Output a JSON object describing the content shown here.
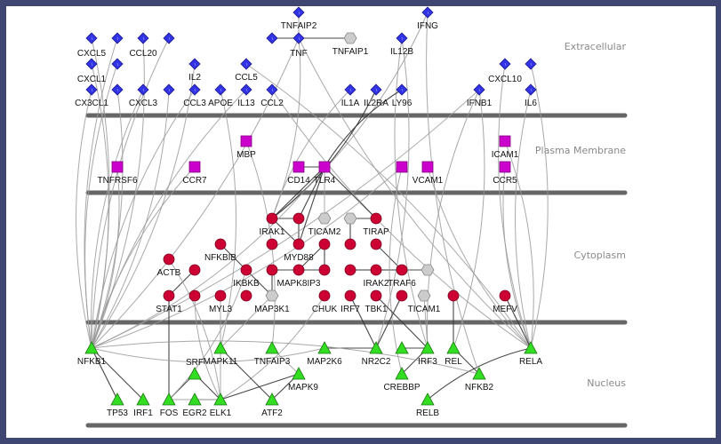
{
  "diagram": {
    "type": "cellular-localization-network",
    "layers": [
      {
        "id": "extracellular",
        "label": "Extracellular"
      },
      {
        "id": "plasma_membrane",
        "label": "Plasma Membrane"
      },
      {
        "id": "cytoplasm",
        "label": "Cytoplasm"
      },
      {
        "id": "nucleus",
        "label": "Nucleus"
      }
    ],
    "node_styles": {
      "extracellular": {
        "shape": "diamond",
        "fill": "#3333e6",
        "stroke": "#1a1a8c"
      },
      "plasma_membrane": {
        "shape": "square",
        "fill": "#cc00cc",
        "stroke": "#800080"
      },
      "cytoplasm": {
        "shape": "circle",
        "fill": "#cc0033",
        "stroke": "#7a0020"
      },
      "nucleus": {
        "shape": "triangle",
        "fill": "#33dd22",
        "stroke": "#1a7a10"
      },
      "unlabeled": {
        "shape": "hexagon",
        "fill": "#cccccc",
        "stroke": "#888888"
      }
    },
    "colors": {
      "edge": "#9a9a9a",
      "edge_dark": "#333333",
      "membrane_line": "#666666",
      "frame": "#3f4671"
    },
    "nodes": [
      {
        "id": "CXCL5",
        "label": "CXCL5",
        "layer": "extracellular"
      },
      {
        "id": "e_c5b",
        "label": "",
        "layer": "extracellular"
      },
      {
        "id": "CCL20",
        "label": "CCL20",
        "layer": "extracellular"
      },
      {
        "id": "e_c20b",
        "label": "",
        "layer": "extracellular"
      },
      {
        "id": "CXCL1",
        "label": "CXCL1",
        "layer": "extracellular"
      },
      {
        "id": "e_x1b",
        "label": "",
        "layer": "extracellular"
      },
      {
        "id": "IL2",
        "label": "IL2",
        "layer": "extracellular"
      },
      {
        "id": "CCL5",
        "label": "CCL5",
        "layer": "extracellular"
      },
      {
        "id": "CX3CL1",
        "label": "CX3CL1",
        "layer": "extracellular"
      },
      {
        "id": "e_x3b",
        "label": "",
        "layer": "extracellular"
      },
      {
        "id": "CXCL3",
        "label": "CXCL3",
        "layer": "extracellular"
      },
      {
        "id": "e_c3b",
        "label": "",
        "layer": "extracellular"
      },
      {
        "id": "CCL3",
        "label": "CCL3",
        "layer": "extracellular"
      },
      {
        "id": "APOE",
        "label": "APOE",
        "layer": "extracellular"
      },
      {
        "id": "IL13",
        "label": "IL13",
        "layer": "extracellular"
      },
      {
        "id": "CCL2",
        "label": "CCL2",
        "layer": "extracellular"
      },
      {
        "id": "TNFAIP2",
        "label": "TNFAIP2",
        "layer": "extracellular"
      },
      {
        "id": "TNF_left",
        "label": "",
        "layer": "extracellular"
      },
      {
        "id": "TNF",
        "label": "TNF",
        "layer": "extracellular"
      },
      {
        "id": "TNFAIP1",
        "label": "TNFAIP1",
        "layer": "unlabeled"
      },
      {
        "id": "IFNG",
        "label": "IFNG",
        "layer": "extracellular"
      },
      {
        "id": "IL12B",
        "label": "IL12B",
        "layer": "extracellular"
      },
      {
        "id": "IL1A",
        "label": "IL1A",
        "layer": "extracellular"
      },
      {
        "id": "IL2RA",
        "label": "IL2RA",
        "layer": "extracellular"
      },
      {
        "id": "LY96",
        "label": "LY96",
        "layer": "extracellular"
      },
      {
        "id": "IFNB1",
        "label": "IFNB1",
        "layer": "extracellular"
      },
      {
        "id": "CXCL10",
        "label": "CXCL10",
        "layer": "extracellular"
      },
      {
        "id": "e_x10b",
        "label": "",
        "layer": "extracellular"
      },
      {
        "id": "IL6",
        "label": "IL6",
        "layer": "extracellular"
      },
      {
        "id": "TNFRSF6",
        "label": "TNFRSF6",
        "layer": "plasma_membrane"
      },
      {
        "id": "CCR7",
        "label": "CCR7",
        "layer": "plasma_membrane"
      },
      {
        "id": "MBP",
        "label": "MBP",
        "layer": "plasma_membrane"
      },
      {
        "id": "CD14",
        "label": "CD14",
        "layer": "plasma_membrane"
      },
      {
        "id": "TLR4",
        "label": "TLR4",
        "layer": "plasma_membrane"
      },
      {
        "id": "p_vc",
        "label": "",
        "layer": "plasma_membrane"
      },
      {
        "id": "VCAM1",
        "label": "VCAM1",
        "layer": "plasma_membrane"
      },
      {
        "id": "ICAM1",
        "label": "ICAM1",
        "layer": "plasma_membrane"
      },
      {
        "id": "CCR5",
        "label": "CCR5",
        "layer": "plasma_membrane"
      },
      {
        "id": "IRAK1",
        "label": "IRAK1",
        "layer": "cytoplasm"
      },
      {
        "id": "c_ir1b",
        "label": "",
        "layer": "cytoplasm"
      },
      {
        "id": "c_ir1c",
        "label": "",
        "layer": "cytoplasm"
      },
      {
        "id": "MYD88",
        "label": "MYD88",
        "layer": "cytoplasm"
      },
      {
        "id": "TICAM2",
        "label": "TICAM2",
        "layer": "unlabeled"
      },
      {
        "id": "c_tic2b",
        "label": "",
        "layer": "cytoplasm"
      },
      {
        "id": "c_tirg",
        "label": "",
        "layer": "unlabeled"
      },
      {
        "id": "TIRAP",
        "label": "TIRAP",
        "layer": "cytoplasm"
      },
      {
        "id": "c_tirb",
        "label": "",
        "layer": "cytoplasm"
      },
      {
        "id": "c_tirc",
        "label": "",
        "layer": "cytoplasm"
      },
      {
        "id": "NFKBIB",
        "label": "NFKBIB",
        "layer": "cytoplasm"
      },
      {
        "id": "ACTB",
        "label": "ACTB",
        "layer": "cytoplasm"
      },
      {
        "id": "c_actb2",
        "label": "",
        "layer": "cytoplasm"
      },
      {
        "id": "IKBKB",
        "label": "IKBKB",
        "layer": "cytoplasm"
      },
      {
        "id": "c_m8a",
        "label": "",
        "layer": "cytoplasm"
      },
      {
        "id": "MAPK8IP3",
        "label": "MAPK8IP3",
        "layer": "cytoplasm"
      },
      {
        "id": "c_m8c",
        "label": "",
        "layer": "cytoplasm"
      },
      {
        "id": "IRAK2",
        "label": "IRAK2",
        "layer": "cytoplasm"
      },
      {
        "id": "c_irak2a",
        "label": "",
        "layer": "cytoplasm"
      },
      {
        "id": "TRAF6",
        "label": "TRAF6",
        "layer": "cytoplasm"
      },
      {
        "id": "c_traf6g",
        "label": "",
        "layer": "unlabeled"
      },
      {
        "id": "STAT1",
        "label": "STAT1",
        "layer": "cytoplasm"
      },
      {
        "id": "c_st2",
        "label": "",
        "layer": "cytoplasm"
      },
      {
        "id": "MYL3",
        "label": "MYL3",
        "layer": "cytoplasm"
      },
      {
        "id": "c_ik2",
        "label": "",
        "layer": "cytoplasm"
      },
      {
        "id": "MAP3K1",
        "label": "MAP3K1",
        "layer": "unlabeled"
      },
      {
        "id": "CHUK",
        "label": "CHUK",
        "layer": "cytoplasm"
      },
      {
        "id": "IRF7",
        "label": "IRF7",
        "layer": "cytoplasm"
      },
      {
        "id": "TBK1",
        "label": "TBK1",
        "layer": "cytoplasm"
      },
      {
        "id": "c_tbk2",
        "label": "",
        "layer": "cytoplasm"
      },
      {
        "id": "TICAM1",
        "label": "TICAM1",
        "layer": "unlabeled"
      },
      {
        "id": "c_lone",
        "label": "",
        "layer": "cytoplasm"
      },
      {
        "id": "MEFV",
        "label": "MEFV",
        "layer": "cytoplasm"
      },
      {
        "id": "NFKB1",
        "label": "NFKB1",
        "layer": "nucleus"
      },
      {
        "id": "MAPK11",
        "label": "MAPK11",
        "layer": "nucleus"
      },
      {
        "id": "TNFAIP3",
        "label": "TNFAIP3",
        "layer": "nucleus"
      },
      {
        "id": "MAP2K6",
        "label": "MAP2K6",
        "layer": "nucleus"
      },
      {
        "id": "NR2C2",
        "label": "NR2C2",
        "layer": "nucleus"
      },
      {
        "id": "n_irf3a",
        "label": "",
        "layer": "nucleus"
      },
      {
        "id": "IRF3",
        "label": "IRF3",
        "layer": "nucleus"
      },
      {
        "id": "REL",
        "label": "REL",
        "layer": "nucleus"
      },
      {
        "id": "RELA",
        "label": "RELA",
        "layer": "nucleus"
      },
      {
        "id": "SRF",
        "label": "SRF",
        "layer": "nucleus"
      },
      {
        "id": "MAPK9",
        "label": "MAPK9",
        "layer": "nucleus"
      },
      {
        "id": "CREBBP",
        "label": "CREBBP",
        "layer": "nucleus"
      },
      {
        "id": "NFKB2",
        "label": "NFKB2",
        "layer": "nucleus"
      },
      {
        "id": "TP53",
        "label": "TP53",
        "layer": "nucleus"
      },
      {
        "id": "IRF1",
        "label": "IRF1",
        "layer": "nucleus"
      },
      {
        "id": "FOS",
        "label": "FOS",
        "layer": "nucleus"
      },
      {
        "id": "EGR2",
        "label": "EGR2",
        "layer": "nucleus"
      },
      {
        "id": "ELK1",
        "label": "ELK1",
        "layer": "nucleus"
      },
      {
        "id": "ATF2",
        "label": "ATF2",
        "layer": "nucleus"
      },
      {
        "id": "RELB",
        "label": "RELB",
        "layer": "nucleus"
      }
    ],
    "edges": [
      [
        "TNF_left",
        "TNF",
        "dark"
      ],
      [
        "TNF",
        "TNFAIP1",
        "dark"
      ],
      [
        "TNFAIP2",
        "TNF",
        "light"
      ],
      [
        "CD14",
        "TLR4",
        "dark"
      ],
      [
        "IRAK1",
        "c_ir1b",
        "dark"
      ],
      [
        "IRAK1",
        "MYD88",
        "dark"
      ],
      [
        "c_ir1b",
        "MYD88",
        "dark"
      ],
      [
        "c_tirg",
        "TIRAP",
        "dark"
      ],
      [
        "c_tirg",
        "c_tirb",
        "dark"
      ],
      [
        "c_m8a",
        "c_m8c",
        "dark"
      ],
      [
        "MAPK8IP3",
        "c_tic2b",
        "dark"
      ],
      [
        "c_m8c",
        "c_tic2b",
        "dark"
      ],
      [
        "c_irak2a",
        "IRAK2",
        "dark"
      ],
      [
        "c_irak2a",
        "TRAF6",
        "dark"
      ],
      [
        "TRAF6",
        "c_traf6g",
        "dark"
      ],
      [
        "IRAK2",
        "TRAF6",
        "dark"
      ],
      [
        "NFKBIB",
        "IKBKB",
        "dark"
      ],
      [
        "IKBKB",
        "MAP3K1",
        "dark"
      ],
      [
        "c_m8a",
        "MAP3K1",
        "dark"
      ],
      [
        "c_actb2",
        "STAT1",
        "dark"
      ],
      [
        "c_tirc",
        "TRAF6",
        "dark"
      ],
      [
        "NFKB1",
        "TP53",
        "dark"
      ],
      [
        "NFKB1",
        "IRF1",
        "dark"
      ],
      [
        "SRF",
        "FOS",
        "dark"
      ],
      [
        "SRF",
        "ELK1",
        "dark"
      ],
      [
        "EGR2",
        "ELK1",
        "dark"
      ],
      [
        "FOS",
        "ELK1",
        "light"
      ],
      [
        "MAP2K6",
        "NR2C2",
        "dark"
      ],
      [
        "n_irf3a",
        "IRF3",
        "dark"
      ],
      [
        "IRF3",
        "CREBBP",
        "dark"
      ],
      [
        "REL",
        "NFKB2",
        "dark"
      ],
      [
        "RELA",
        "RELB",
        "dark"
      ],
      [
        "MAPK9",
        "ATF2",
        "dark"
      ],
      [
        "MAPK9",
        "ELK1",
        "dark"
      ],
      [
        "CXCL5",
        "NFKB1",
        "light"
      ],
      [
        "e_c5b",
        "NFKB1",
        "light"
      ],
      [
        "CCL20",
        "NFKB1",
        "light"
      ],
      [
        "e_c20b",
        "NFKB1",
        "light"
      ],
      [
        "CXCL1",
        "NFKB1",
        "light"
      ],
      [
        "e_x1b",
        "NFKB1",
        "light"
      ],
      [
        "IL2",
        "NFKB1",
        "light"
      ],
      [
        "CX3CL1",
        "NFKB1",
        "light"
      ],
      [
        "e_x3b",
        "NFKB1",
        "light"
      ],
      [
        "CXCL3",
        "NFKB1",
        "light"
      ],
      [
        "e_c3b",
        "NFKB1",
        "light"
      ],
      [
        "CCL3",
        "NFKB1",
        "light"
      ],
      [
        "CCL5",
        "RELA",
        "light"
      ],
      [
        "CCL2",
        "RELA",
        "light"
      ],
      [
        "APOE",
        "MAPK11",
        "light"
      ],
      [
        "IL13",
        "NFKB1",
        "light"
      ],
      [
        "TNF",
        "NFKB1",
        "light"
      ],
      [
        "TNF",
        "RELA",
        "light"
      ],
      [
        "TNF",
        "IRAK1",
        "light"
      ],
      [
        "IL12B",
        "IRF3",
        "light"
      ],
      [
        "IL12B",
        "NR2C2",
        "light"
      ],
      [
        "IFNG",
        "NFKB2",
        "light"
      ],
      [
        "IFNG",
        "IRAK1",
        "light"
      ],
      [
        "IL1A",
        "IRAK1",
        "light"
      ],
      [
        "IL2RA",
        "IRAK1",
        "dark"
      ],
      [
        "LY96",
        "TLR4",
        "dark"
      ],
      [
        "IFNB1",
        "REL",
        "light"
      ],
      [
        "IFNB1",
        "IRF3",
        "light"
      ],
      [
        "IFNB1",
        "NFKB1",
        "light"
      ],
      [
        "CXCL10",
        "RELA",
        "light"
      ],
      [
        "e_x10b",
        "RELA",
        "light"
      ],
      [
        "IL6",
        "RELA",
        "light"
      ],
      [
        "TNFRSF6",
        "NFKB1",
        "light"
      ],
      [
        "CCR7",
        "NFKB1",
        "light"
      ],
      [
        "MBP",
        "TNFAIP3",
        "light"
      ],
      [
        "TLR4",
        "IRAK1",
        "dark"
      ],
      [
        "TLR4",
        "c_ir1b",
        "dark"
      ],
      [
        "TLR4",
        "MYD88",
        "dark"
      ],
      [
        "TLR4",
        "TICAM2",
        "light"
      ],
      [
        "TLR4",
        "TIRAP",
        "dark"
      ],
      [
        "TLR4",
        "NFKB1",
        "light"
      ],
      [
        "p_vc",
        "CREBBP",
        "light"
      ],
      [
        "p_vc",
        "NFKB1",
        "light"
      ],
      [
        "VCAM1",
        "RELA",
        "light"
      ],
      [
        "ICAM1",
        "RELA",
        "light"
      ],
      [
        "CCR5",
        "RELA",
        "light"
      ],
      [
        "ACTB",
        "ELK1",
        "light"
      ],
      [
        "STAT1",
        "FOS",
        "dark"
      ],
      [
        "MYL3",
        "ELK1",
        "light"
      ],
      [
        "c_st2",
        "ELK1",
        "light"
      ],
      [
        "CHUK",
        "ELK1",
        "light"
      ],
      [
        "IRF7",
        "NR2C2",
        "dark"
      ],
      [
        "TBK1",
        "IRF3",
        "dark"
      ],
      [
        "c_tbk2",
        "NR2C2",
        "dark"
      ],
      [
        "TICAM1",
        "IRF3",
        "light"
      ],
      [
        "c_lone",
        "REL",
        "dark"
      ],
      [
        "MEFV",
        "RELA",
        "dark"
      ],
      [
        "MAP3K1",
        "MAPK11",
        "light"
      ],
      [
        "IKBKB",
        "FOS",
        "light"
      ],
      [
        "NFKB1",
        "MAP2K6",
        "light"
      ],
      [
        "MAPK11",
        "ATF2",
        "dark"
      ],
      [
        "TNFAIP3",
        "MAPK9",
        "light"
      ],
      [
        "NFKB1",
        "NFKB2",
        "light"
      ]
    ]
  }
}
